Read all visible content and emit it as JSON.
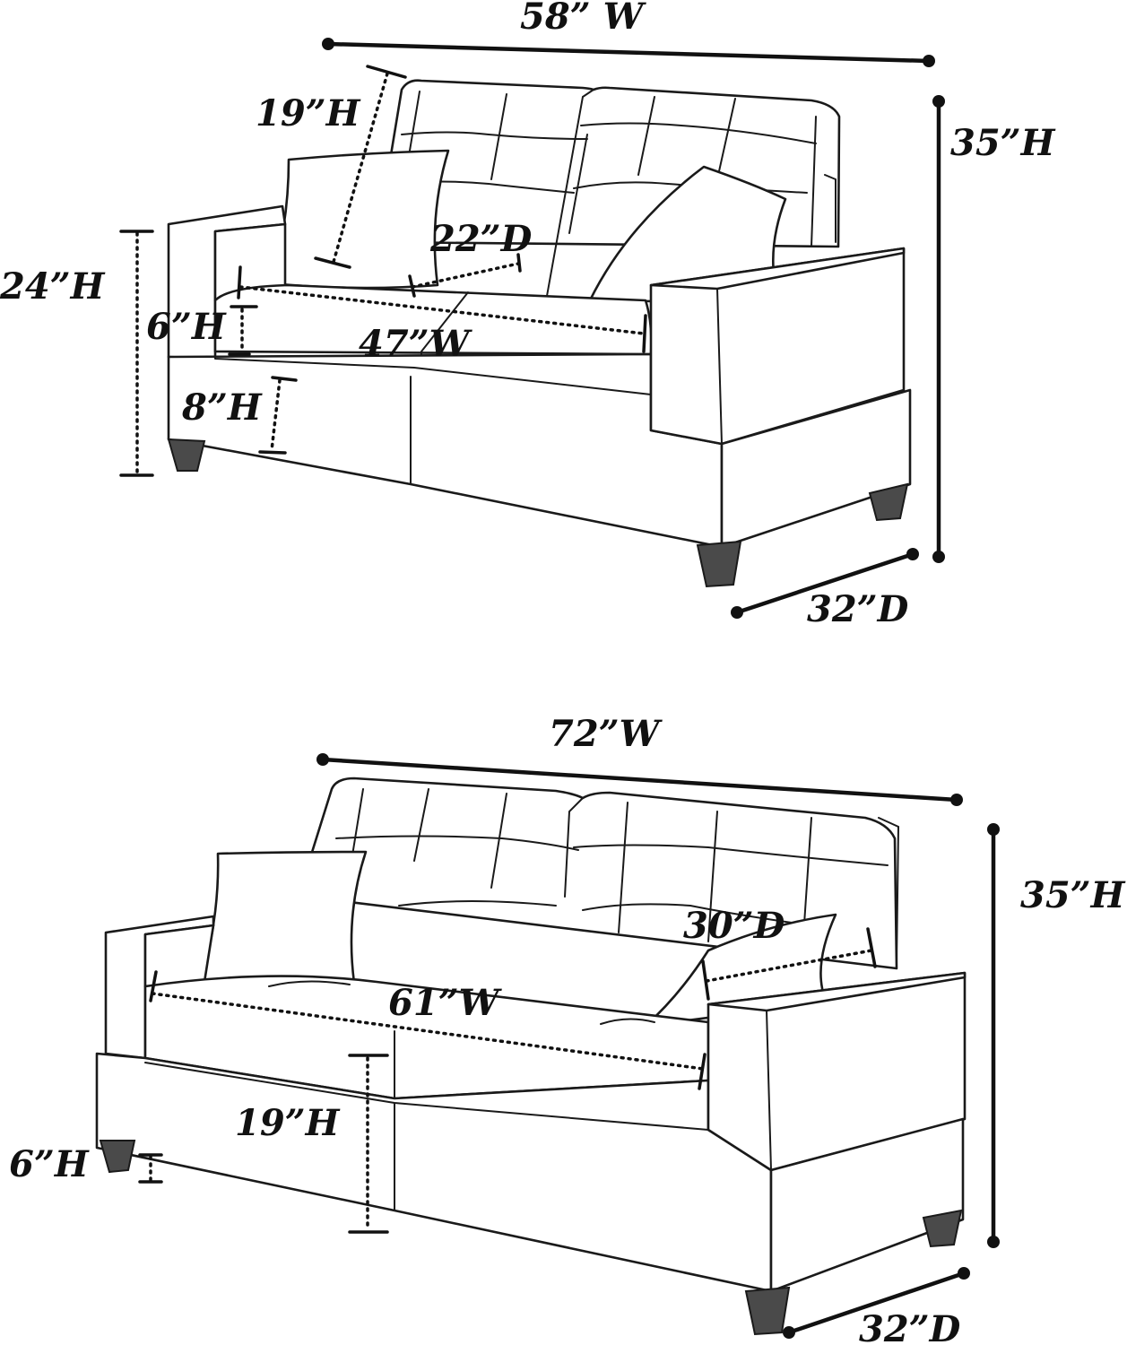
{
  "loveseat": {
    "overall_width": "58” W",
    "overall_height": "35”H",
    "overall_depth": "32”D",
    "back_height": "19”H",
    "arm_height": "24”H",
    "seat_depth": "22”D",
    "cushion_height": "6”H",
    "seat_width": "47”W",
    "base_height": "8”H"
  },
  "sofa": {
    "overall_width": "72”W",
    "overall_height": "35”H",
    "overall_depth": "32”D",
    "seat_depth": "30”D",
    "seat_width": "61”W",
    "seat_height": "19”H",
    "leg_height": "6”H"
  }
}
